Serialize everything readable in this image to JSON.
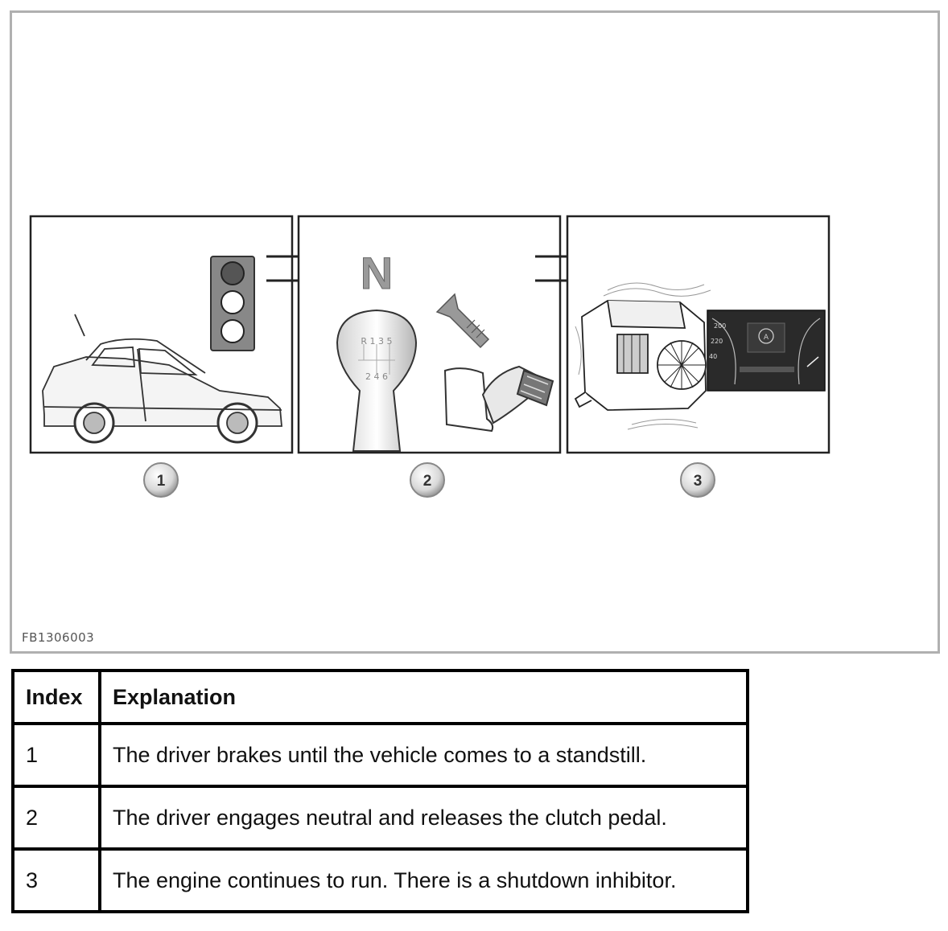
{
  "figure": {
    "code": "FB1306003",
    "neutral_letter": "N",
    "shift_pattern_top": "R 1 3 5",
    "shift_pattern_bottom": "2 4 6",
    "gauge_labels": [
      "200",
      "220",
      "40"
    ],
    "callouts": [
      "1",
      "2",
      "3"
    ]
  },
  "table": {
    "headers": [
      "Index",
      "Explanation"
    ],
    "rows": [
      {
        "index": "1",
        "explanation": "The driver brakes until the vehicle comes to a standstill."
      },
      {
        "index": "2",
        "explanation": "The driver engages neutral and releases the clutch pedal."
      },
      {
        "index": "3",
        "explanation": "The engine continues to run. There is a shutdown inhibitor."
      }
    ]
  },
  "colors": {
    "frame_border": "#b0b0b0",
    "panel_border": "#222222",
    "signal_red": "#555555",
    "cluster_bg": "#2a2a2a"
  }
}
